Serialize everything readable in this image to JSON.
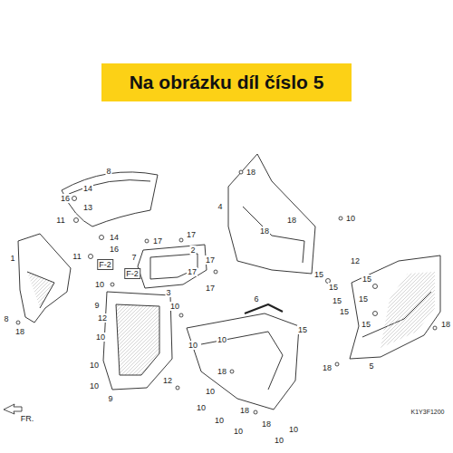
{
  "diagram": {
    "nodes": [
      {
        "text": [
          "Na obrázku díl číslo 5"
        ]
      }
    ],
    "labels": [
      "8",
      "14",
      "16",
      "13",
      "11",
      "14",
      "16",
      "11",
      "1",
      "17",
      "17",
      "7",
      "17",
      "2",
      "17",
      "F-2",
      "F-2",
      "17",
      "3",
      "10",
      "9",
      "12",
      "10",
      "10",
      "8",
      "18",
      "10",
      "12",
      "10",
      "9",
      "4",
      "18",
      "18",
      "18",
      "10",
      "6",
      "15",
      "15",
      "15",
      "15",
      "10",
      "10",
      "18",
      "10",
      "10",
      "10",
      "18",
      "10",
      "18",
      "10",
      "10",
      "12",
      "15",
      "15",
      "15",
      "15",
      "18",
      "18",
      "5",
      "FR.",
      "K1Y3F1200"
    ]
  }
}
